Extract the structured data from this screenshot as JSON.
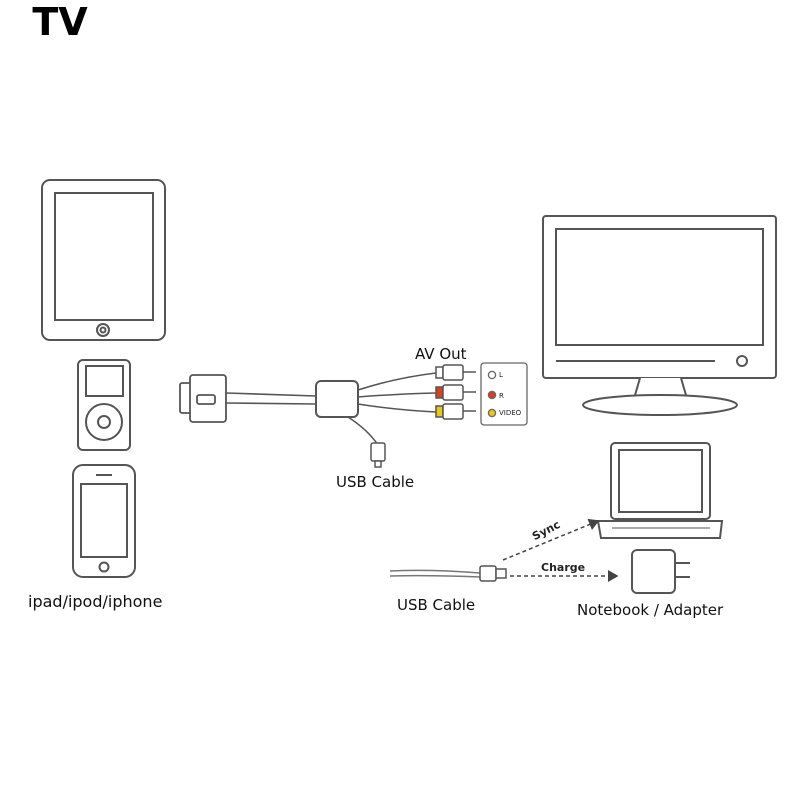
{
  "labels": {
    "devices": "ipad/ipod/iphone",
    "av_out": "AV Out",
    "usb_cable_top": "USB Cable",
    "usb_cable_bottom": "USB Cable",
    "target": "Notebook / Adapter",
    "tv": "TV",
    "sync": "Sync",
    "charge": "Charge"
  },
  "rca_jacks": [
    {
      "label": "L",
      "color": "#ffffff"
    },
    {
      "label": "R",
      "color": "#d9411e"
    },
    {
      "label": "VIDEO",
      "color": "#e8c61a"
    }
  ],
  "colors": {
    "line": "#555555",
    "device_fill": "#ffffff",
    "plug_red": "#d9411e",
    "plug_yellow": "#e8c61a"
  }
}
